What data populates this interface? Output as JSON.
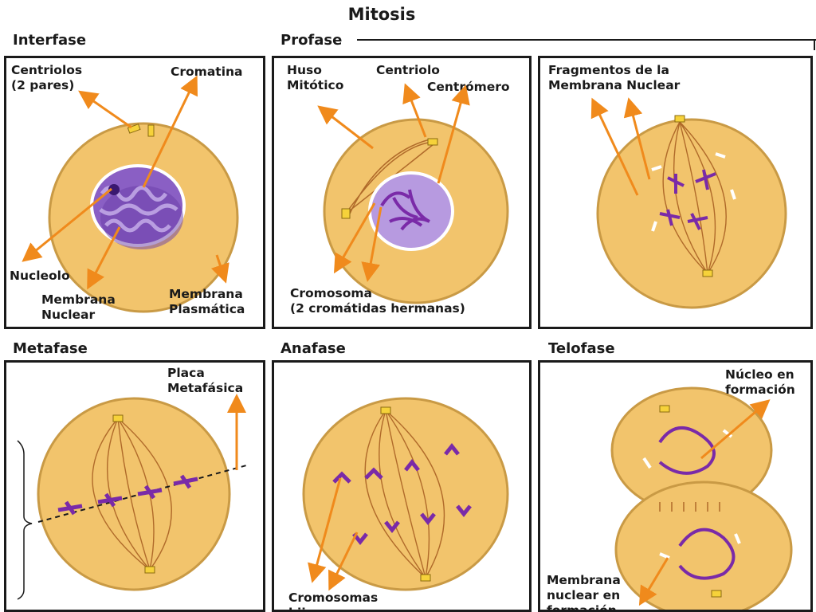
{
  "title": "Mitosis",
  "stages": {
    "interfase": "Interfase",
    "profase": "Profase",
    "metafase": "Metafase",
    "anafase": "Anafase",
    "telofase": "Telofase"
  },
  "labels": {
    "centriolos_1": "Centriolos",
    "centriolos_2": "(2 pares)",
    "cromatina": "Cromatina",
    "nucleolo": "Nucleolo",
    "membrana_nuclear_1": "Membrana",
    "membrana_nuclear_2": "Nuclear",
    "membrana_plasmatica_1": "Membrana",
    "membrana_plasmatica_2": "Plasmática",
    "huso_1": "Huso",
    "huso_2": "Mitótico",
    "centriolo": "Centriolo",
    "centromero": "Centrómero",
    "cromosoma_1": "Cromosoma",
    "cromosoma_2": "(2 cromátidas hermanas)",
    "fragmentos_1": "Fragmentos de la",
    "fragmentos_2": "Membrana Nuclear",
    "placa_1": "Placa",
    "placa_2": "Metafásica",
    "cromosomas_hijos_1": "Cromosomas",
    "cromosomas_hijos_2": "hijos",
    "nucleo_formacion_1": "Núcleo en",
    "nucleo_formacion_2": "formación",
    "membrana_formacion_1": "Membrana",
    "membrana_formacion_2": "nuclear en",
    "membrana_formacion_3": "formación"
  },
  "colors": {
    "cell_fill": "#f2c46c",
    "cell_edge": "#c99a45",
    "nucleus_fill": "#8a5fc4",
    "chromosome": "#7a2aa8",
    "arrow": "#f08a1c",
    "spindle": "#b06a2a",
    "centriole": "#f6d23a"
  }
}
